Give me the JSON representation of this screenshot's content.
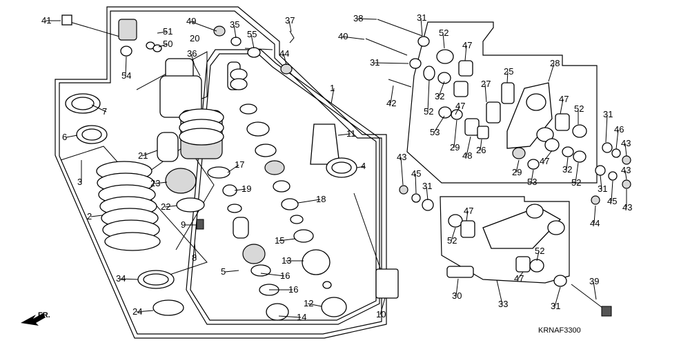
{
  "diagram": {
    "code": "KRNAF3300",
    "direction_label": "FR.",
    "callouts": [
      {
        "id": "41",
        "text": "41"
      },
      {
        "id": "54",
        "text": "54"
      },
      {
        "id": "7",
        "text": "7"
      },
      {
        "id": "6",
        "text": "6"
      },
      {
        "id": "3",
        "text": "3"
      },
      {
        "id": "2",
        "text": "2"
      },
      {
        "id": "34",
        "text": "34"
      },
      {
        "id": "24",
        "text": "24"
      },
      {
        "id": "51",
        "text": "51"
      },
      {
        "id": "50",
        "text": "50"
      },
      {
        "id": "20",
        "text": "20"
      },
      {
        "id": "49",
        "text": "49"
      },
      {
        "id": "36",
        "text": "36"
      },
      {
        "id": "35",
        "text": "35"
      },
      {
        "id": "55",
        "text": "55"
      },
      {
        "id": "37",
        "text": "37"
      },
      {
        "id": "44a",
        "text": "44"
      },
      {
        "id": "21",
        "text": "21"
      },
      {
        "id": "17",
        "text": "17"
      },
      {
        "id": "23",
        "text": "23"
      },
      {
        "id": "19",
        "text": "19"
      },
      {
        "id": "22",
        "text": "22"
      },
      {
        "id": "9",
        "text": "9"
      },
      {
        "id": "8",
        "text": "8"
      },
      {
        "id": "1",
        "text": "1"
      },
      {
        "id": "11",
        "text": "11"
      },
      {
        "id": "4",
        "text": "4"
      },
      {
        "id": "18",
        "text": "18"
      },
      {
        "id": "15",
        "text": "15"
      },
      {
        "id": "13",
        "text": "13"
      },
      {
        "id": "5",
        "text": "5"
      },
      {
        "id": "16a",
        "text": "16"
      },
      {
        "id": "16b",
        "text": "16"
      },
      {
        "id": "12",
        "text": "12"
      },
      {
        "id": "14",
        "text": "14"
      },
      {
        "id": "10",
        "text": "10"
      },
      {
        "id": "38",
        "text": "38"
      },
      {
        "id": "31a",
        "text": "31"
      },
      {
        "id": "40",
        "text": "40"
      },
      {
        "id": "31b",
        "text": "31"
      },
      {
        "id": "42",
        "text": "42"
      },
      {
        "id": "52a",
        "text": "52"
      },
      {
        "id": "47a",
        "text": "47"
      },
      {
        "id": "25",
        "text": "25"
      },
      {
        "id": "28",
        "text": "28"
      },
      {
        "id": "32a",
        "text": "32"
      },
      {
        "id": "27",
        "text": "27"
      },
      {
        "id": "52b",
        "text": "52"
      },
      {
        "id": "47b",
        "text": "47"
      },
      {
        "id": "53a",
        "text": "53"
      },
      {
        "id": "29a",
        "text": "29"
      },
      {
        "id": "48",
        "text": "48"
      },
      {
        "id": "26",
        "text": "26"
      },
      {
        "id": "47c",
        "text": "47"
      },
      {
        "id": "52c",
        "text": "52"
      },
      {
        "id": "47d",
        "text": "47"
      },
      {
        "id": "32b",
        "text": "32"
      },
      {
        "id": "52d",
        "text": "52"
      },
      {
        "id": "29b",
        "text": "29"
      },
      {
        "id": "53b",
        "text": "53"
      },
      {
        "id": "31c",
        "text": "31"
      },
      {
        "id": "46",
        "text": "46"
      },
      {
        "id": "43a",
        "text": "43"
      },
      {
        "id": "43b",
        "text": "43"
      },
      {
        "id": "45a",
        "text": "45"
      },
      {
        "id": "31d",
        "text": "31"
      },
      {
        "id": "31e",
        "text": "31"
      },
      {
        "id": "45b",
        "text": "45"
      },
      {
        "id": "43c",
        "text": "43"
      },
      {
        "id": "44b",
        "text": "44"
      },
      {
        "id": "43d",
        "text": "43"
      },
      {
        "id": "47e",
        "text": "47"
      },
      {
        "id": "52e",
        "text": "52"
      },
      {
        "id": "52f",
        "text": "52"
      },
      {
        "id": "47f",
        "text": "47"
      },
      {
        "id": "30",
        "text": "30"
      },
      {
        "id": "33",
        "text": "33"
      },
      {
        "id": "31f",
        "text": "31"
      },
      {
        "id": "39",
        "text": "39"
      }
    ]
  }
}
